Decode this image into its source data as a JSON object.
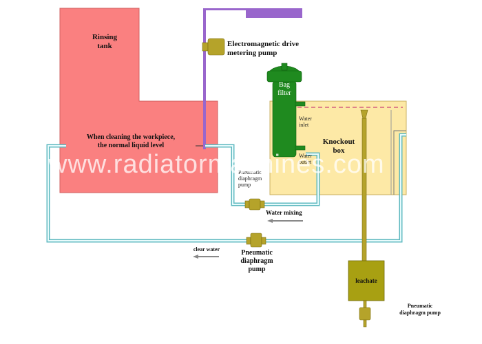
{
  "colors": {
    "rinsing_tank": "#fa8080",
    "knockout_box": "#fde9a6",
    "pipe_fill": "#d7f0f2",
    "pipe_stroke": "#5fb9c0",
    "purple_pipe": "#9966cc",
    "bag_filter": "#1f8a1f",
    "olive_equipment": "#b5a32a",
    "leachate_tank": "#a8a012"
  },
  "labels": {
    "rinsing_tank": "Rinsing\ntank",
    "normal_level": "When cleaning the workpiece,\nthe normal liquid level",
    "metering_pump": "Electromagnetic drive\nmetering pump",
    "bag_filter": "Bag\nfilter",
    "water_inlet": "Water\ninlet",
    "water_outlet": "Water\noutlet",
    "knockout_box": "Knockout\nbox",
    "pump_small": "Pneumatic\ndiaphragm\npump",
    "water_mixing": "Water mixing",
    "clear_water": "clear water",
    "pump_main": "Pneumatic\ndiaphragm\npump",
    "leachate": "leachate",
    "pump_bottom": "Pneumatic\ndiaphragm pump"
  },
  "watermark": "www.radiatormachines.com"
}
